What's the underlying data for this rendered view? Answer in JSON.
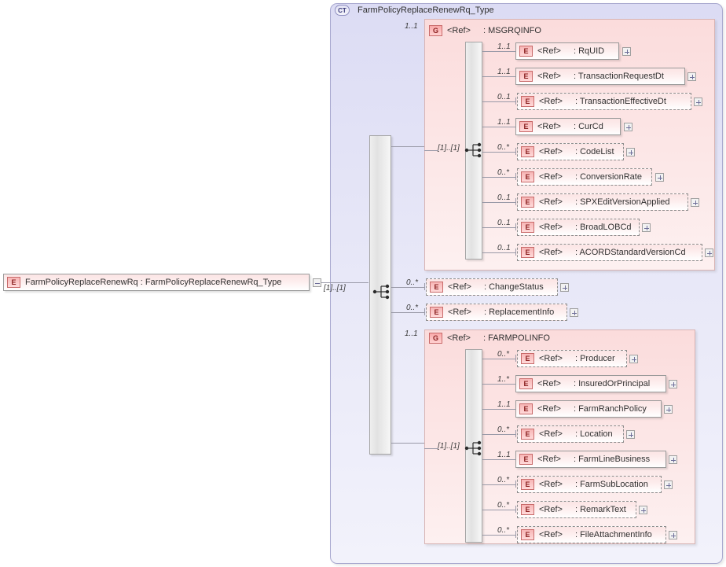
{
  "diagram": {
    "title": "FarmPolicyReplaceRenewRq_Type",
    "type_badge": "CT",
    "root_element": {
      "badge": "E",
      "label": "FarmPolicyReplaceRenewRq  : FarmPolicyReplaceRenewRq_Type",
      "cardinality": "[1]..[1]",
      "toggle": "minus"
    },
    "groups": [
      {
        "badge": "G",
        "ref": "<Ref>",
        "name": ": MSGRQINFO",
        "cardinality": "1..1",
        "inner_cardinality": "[1]..[1]",
        "children": [
          {
            "badge": "E",
            "ref": "<Ref>",
            "name": ": RqUID",
            "cardinality": "1..1",
            "optional": false
          },
          {
            "badge": "E",
            "ref": "<Ref>",
            "name": ": TransactionRequestDt",
            "cardinality": "1..1",
            "optional": false
          },
          {
            "badge": "E",
            "ref": "<Ref>",
            "name": ": TransactionEffectiveDt",
            "cardinality": "0..1",
            "optional": true
          },
          {
            "badge": "E",
            "ref": "<Ref>",
            "name": ": CurCd",
            "cardinality": "1..1",
            "optional": false
          },
          {
            "badge": "E",
            "ref": "<Ref>",
            "name": ": CodeList",
            "cardinality": "0..*",
            "optional": true
          },
          {
            "badge": "E",
            "ref": "<Ref>",
            "name": ": ConversionRate",
            "cardinality": "0..*",
            "optional": true
          },
          {
            "badge": "E",
            "ref": "<Ref>",
            "name": ": SPXEditVersionApplied",
            "cardinality": "0..1",
            "optional": true
          },
          {
            "badge": "E",
            "ref": "<Ref>",
            "name": ": BroadLOBCd",
            "cardinality": "0..1",
            "optional": true
          },
          {
            "badge": "E",
            "ref": "<Ref>",
            "name": ": ACORDStandardVersionCd",
            "cardinality": "0..1",
            "optional": true
          }
        ]
      },
      {
        "badge": "G",
        "ref": "<Ref>",
        "name": ": FARMPOLINFO",
        "cardinality": "1..1",
        "inner_cardinality": "[1]..[1]",
        "children": [
          {
            "badge": "E",
            "ref": "<Ref>",
            "name": ": Producer",
            "cardinality": "0..*",
            "optional": true
          },
          {
            "badge": "E",
            "ref": "<Ref>",
            "name": ": InsuredOrPrincipal",
            "cardinality": "1..*",
            "optional": false
          },
          {
            "badge": "E",
            "ref": "<Ref>",
            "name": ": FarmRanchPolicy",
            "cardinality": "1..1",
            "optional": false
          },
          {
            "badge": "E",
            "ref": "<Ref>",
            "name": ": Location",
            "cardinality": "0..*",
            "optional": true
          },
          {
            "badge": "E",
            "ref": "<Ref>",
            "name": ": FarmLineBusiness",
            "cardinality": "1..1",
            "optional": false
          },
          {
            "badge": "E",
            "ref": "<Ref>",
            "name": ": FarmSubLocation",
            "cardinality": "0..*",
            "optional": true
          },
          {
            "badge": "E",
            "ref": "<Ref>",
            "name": ": RemarkText",
            "cardinality": "0..*",
            "optional": true
          },
          {
            "badge": "E",
            "ref": "<Ref>",
            "name": ": FileAttachmentInfo",
            "cardinality": "0..*",
            "optional": true
          }
        ]
      }
    ],
    "top_level_elements": [
      {
        "badge": "E",
        "ref": "<Ref>",
        "name": ": ChangeStatus",
        "cardinality": "0..*",
        "optional": true
      },
      {
        "badge": "E",
        "ref": "<Ref>",
        "name": ": ReplacementInfo",
        "cardinality": "0..*",
        "optional": true
      }
    ],
    "colors": {
      "element_fill": "#fbe4e4",
      "group_fill": "#fbdcdc",
      "container_fill": "#dcdcf4",
      "badge_border": "#c86a6a",
      "line": "#9a9aa8"
    }
  }
}
